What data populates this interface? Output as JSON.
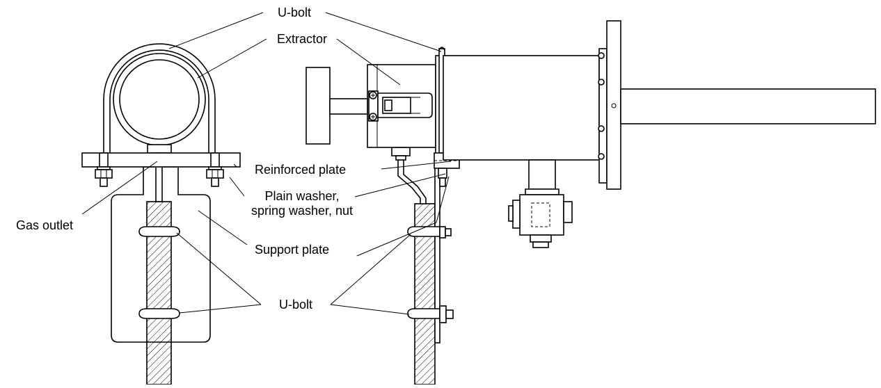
{
  "labels": {
    "u_bolt_top": "U-bolt",
    "extractor": "Extractor",
    "reinforced_plate": "Reinforced plate",
    "washer_line1": "Plain washer,",
    "washer_line2": "spring washer, nut",
    "gas_outlet": "Gas outlet",
    "support_plate": "Support plate",
    "u_bolt_bottom": "U-bolt"
  }
}
